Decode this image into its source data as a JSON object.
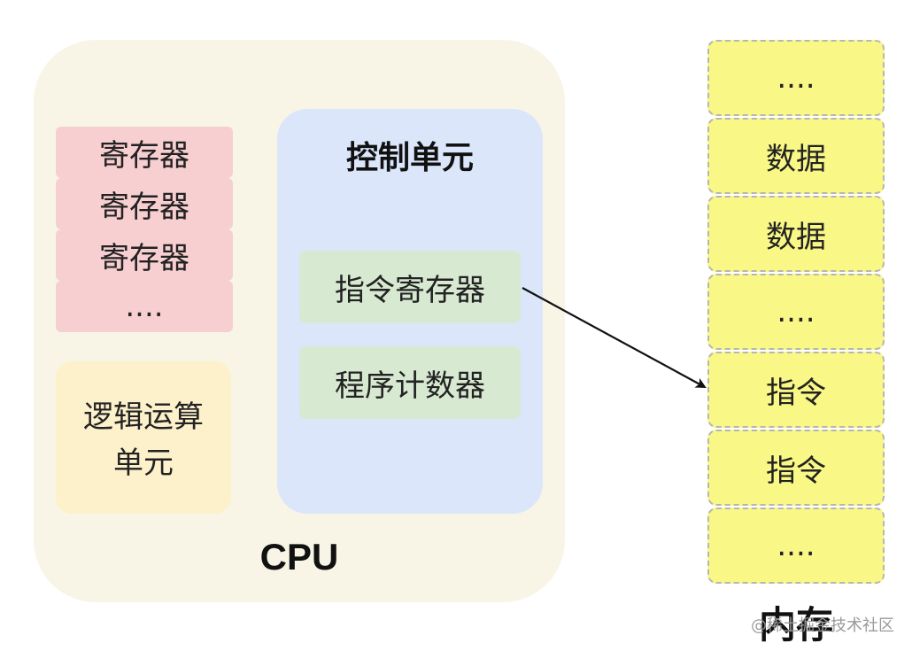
{
  "cpu": {
    "label": "CPU",
    "registers": [
      "寄存器",
      "寄存器",
      "寄存器",
      "...."
    ],
    "alu": {
      "line1": "逻辑运算",
      "line2": "单元"
    },
    "control_unit": {
      "title": "控制单元",
      "instruction_register": "指令寄存器",
      "program_counter": "程序计数器"
    }
  },
  "memory": {
    "label": "内存",
    "cells": [
      "....",
      "数据",
      "数据",
      "....",
      "指令",
      "指令",
      "...."
    ]
  },
  "watermark": "@稀土掘金技术社区",
  "colors": {
    "cpu_bg": "#f8f5e6",
    "register": "#f7cfd1",
    "alu": "#fdf1cc",
    "control_unit": "#dbe6fb",
    "control_item": "#d8e9d2",
    "memory_cell": "#f9f786"
  }
}
